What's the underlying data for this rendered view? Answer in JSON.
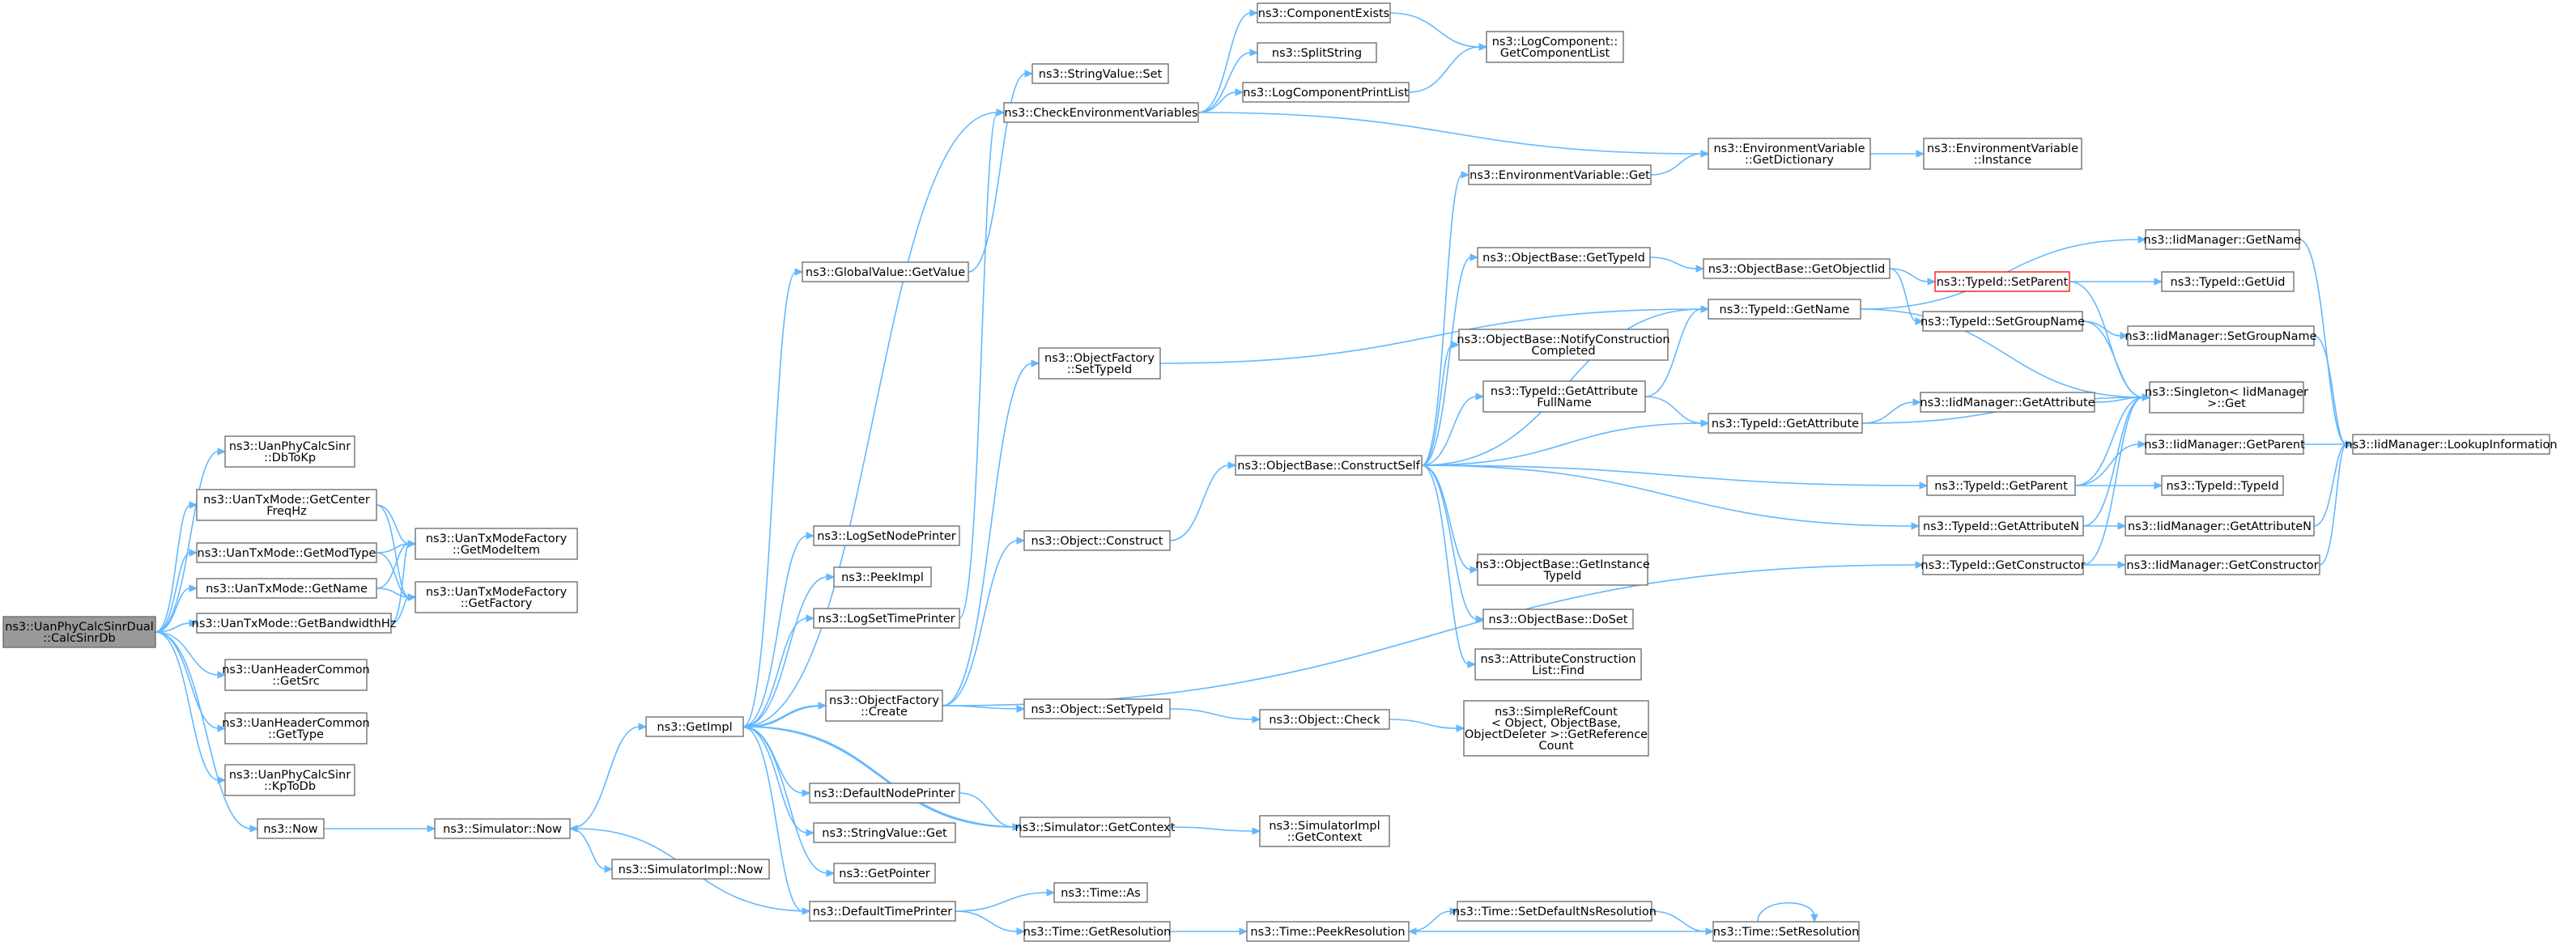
{
  "graph": {
    "root": "n0",
    "colors": {
      "edge": "#63b8ff",
      "root_fill": "#999999",
      "node_border": "#666666",
      "highlight_border": "#ff0000"
    },
    "nodes": [
      {
        "id": "n0",
        "lines": [
          "ns3::UanPhyCalcSinrDual",
          "::CalcSinrDb"
        ],
        "root": true
      },
      {
        "id": "n1",
        "lines": [
          "ns3::UanPhyCalcSinr",
          "::DbToKp"
        ]
      },
      {
        "id": "n2",
        "lines": [
          "ns3::UanTxMode::GetCenter",
          "FreqHz"
        ]
      },
      {
        "id": "n3",
        "lines": [
          "ns3::UanTxMode::GetModType"
        ]
      },
      {
        "id": "n4",
        "lines": [
          "ns3::UanTxMode::GetName"
        ]
      },
      {
        "id": "n5",
        "lines": [
          "ns3::UanTxMode::GetBandwidthHz"
        ]
      },
      {
        "id": "n6",
        "lines": [
          "ns3::UanHeaderCommon",
          "::GetSrc"
        ]
      },
      {
        "id": "n7",
        "lines": [
          "ns3::UanHeaderCommon",
          "::GetType"
        ]
      },
      {
        "id": "n8",
        "lines": [
          "ns3::UanPhyCalcSinr",
          "::KpToDb"
        ]
      },
      {
        "id": "n9",
        "lines": [
          "ns3::Now"
        ]
      },
      {
        "id": "n10",
        "lines": [
          "ns3::UanTxModeFactory",
          "::GetModeItem"
        ]
      },
      {
        "id": "n11",
        "lines": [
          "ns3::UanTxModeFactory",
          "::GetFactory"
        ]
      },
      {
        "id": "n12",
        "lines": [
          "ns3::Simulator::Now"
        ]
      },
      {
        "id": "n13",
        "lines": [
          "ns3::SimulatorImpl::Now"
        ]
      },
      {
        "id": "n14",
        "lines": [
          "ns3::GetImpl"
        ]
      },
      {
        "id": "n15",
        "lines": [
          "ns3::GlobalValue::GetValue"
        ]
      },
      {
        "id": "n16",
        "lines": [
          "ns3::StringValue::Set"
        ]
      },
      {
        "id": "n17",
        "lines": [
          "ns3::CheckEnvironmentVariables"
        ]
      },
      {
        "id": "n18",
        "lines": [
          "ns3::ComponentExists"
        ]
      },
      {
        "id": "n19",
        "lines": [
          "ns3::SplitString"
        ]
      },
      {
        "id": "n20",
        "lines": [
          "ns3::LogComponentPrintList"
        ]
      },
      {
        "id": "n21",
        "lines": [
          "ns3::LogComponent::",
          "GetComponentList"
        ]
      },
      {
        "id": "n22",
        "lines": [
          "ns3::EnvironmentVariable",
          "::GetDictionary"
        ]
      },
      {
        "id": "n23",
        "lines": [
          "ns3::EnvironmentVariable",
          "::Instance"
        ]
      },
      {
        "id": "n24",
        "lines": [
          "ns3::EnvironmentVariable::Get"
        ]
      },
      {
        "id": "n25",
        "lines": [
          "ns3::ObjectFactory",
          "::SetTypeId"
        ]
      },
      {
        "id": "n26",
        "lines": [
          "ns3::LogSetNodePrinter"
        ]
      },
      {
        "id": "n27",
        "lines": [
          "ns3::PeekImpl"
        ]
      },
      {
        "id": "n28",
        "lines": [
          "ns3::LogSetTimePrinter"
        ]
      },
      {
        "id": "n29",
        "lines": [
          "ns3::Object::Construct"
        ]
      },
      {
        "id": "n30",
        "lines": [
          "ns3::ObjectFactory",
          "::Create"
        ]
      },
      {
        "id": "n31",
        "lines": [
          "ns3::Object::SetTypeId"
        ]
      },
      {
        "id": "n32",
        "lines": [
          "ns3::Object::Check"
        ]
      },
      {
        "id": "n33",
        "lines": [
          "ns3::SimpleRefCount",
          "< Object, ObjectBase,",
          "ObjectDeleter >::GetReference",
          "Count"
        ]
      },
      {
        "id": "n34",
        "lines": [
          "ns3::DefaultNodePrinter"
        ]
      },
      {
        "id": "n35",
        "lines": [
          "ns3::StringValue::Get"
        ]
      },
      {
        "id": "n36",
        "lines": [
          "ns3::GetPointer"
        ]
      },
      {
        "id": "n37",
        "lines": [
          "ns3::DefaultTimePrinter"
        ]
      },
      {
        "id": "n38",
        "lines": [
          "ns3::Simulator::GetContext"
        ]
      },
      {
        "id": "n39",
        "lines": [
          "ns3::SimulatorImpl",
          "::GetContext"
        ]
      },
      {
        "id": "n40",
        "lines": [
          "ns3::Time::As"
        ]
      },
      {
        "id": "n41",
        "lines": [
          "ns3::Time::GetResolution"
        ]
      },
      {
        "id": "n42",
        "lines": [
          "ns3::Time::PeekResolution"
        ]
      },
      {
        "id": "n43",
        "lines": [
          "ns3::Time::SetDefaultNsResolution"
        ]
      },
      {
        "id": "n44",
        "lines": [
          "ns3::Time::SetResolution"
        ]
      },
      {
        "id": "n45",
        "lines": [
          "ns3::ObjectBase::ConstructSelf"
        ]
      },
      {
        "id": "n46",
        "lines": [
          "ns3::ObjectBase::GetTypeId"
        ]
      },
      {
        "id": "n47",
        "lines": [
          "ns3::ObjectBase::NotifyConstruction",
          "Completed"
        ]
      },
      {
        "id": "n48",
        "lines": [
          "ns3::TypeId::GetAttribute",
          "FullName"
        ]
      },
      {
        "id": "n49",
        "lines": [
          "ns3::ObjectBase::GetInstance",
          "TypeId"
        ]
      },
      {
        "id": "n50",
        "lines": [
          "ns3::ObjectBase::DoSet"
        ]
      },
      {
        "id": "n51",
        "lines": [
          "ns3::AttributeConstruction",
          "List::Find"
        ]
      },
      {
        "id": "n52",
        "lines": [
          "ns3::ObjectBase::GetObjectIid"
        ]
      },
      {
        "id": "n53",
        "lines": [
          "ns3::TypeId::GetName"
        ]
      },
      {
        "id": "n54",
        "lines": [
          "ns3::TypeId::GetAttribute"
        ]
      },
      {
        "id": "n55",
        "lines": [
          "ns3::TypeId::GetParent"
        ]
      },
      {
        "id": "n56",
        "lines": [
          "ns3::TypeId::GetAttributeN"
        ]
      },
      {
        "id": "n57",
        "lines": [
          "ns3::TypeId::GetConstructor"
        ]
      },
      {
        "id": "n58",
        "lines": [
          "ns3::TypeId::SetParent"
        ],
        "highlight": true
      },
      {
        "id": "n59",
        "lines": [
          "ns3::TypeId::SetGroupName"
        ]
      },
      {
        "id": "n60",
        "lines": [
          "ns3::IidManager::GetAttribute"
        ]
      },
      {
        "id": "n61",
        "lines": [
          "ns3::IidManager::GetName"
        ]
      },
      {
        "id": "n62",
        "lines": [
          "ns3::TypeId::GetUid"
        ]
      },
      {
        "id": "n63",
        "lines": [
          "ns3::IidManager::SetGroupName"
        ]
      },
      {
        "id": "n64",
        "lines": [
          "ns3::Singleton< IidManager",
          ">::Get"
        ]
      },
      {
        "id": "n65",
        "lines": [
          "ns3::IidManager::GetParent"
        ]
      },
      {
        "id": "n66",
        "lines": [
          "ns3::TypeId::TypeId"
        ]
      },
      {
        "id": "n67",
        "lines": [
          "ns3::IidManager::GetAttributeN"
        ]
      },
      {
        "id": "n68",
        "lines": [
          "ns3::IidManager::GetConstructor"
        ]
      },
      {
        "id": "n69",
        "lines": [
          "ns3::IidManager::LookupInformation"
        ]
      }
    ],
    "edges": [
      [
        "n0",
        "n1"
      ],
      [
        "n0",
        "n2"
      ],
      [
        "n0",
        "n3"
      ],
      [
        "n0",
        "n4"
      ],
      [
        "n0",
        "n5"
      ],
      [
        "n0",
        "n6"
      ],
      [
        "n0",
        "n7"
      ],
      [
        "n0",
        "n8"
      ],
      [
        "n0",
        "n9"
      ],
      [
        "n2",
        "n10"
      ],
      [
        "n2",
        "n11"
      ],
      [
        "n3",
        "n10"
      ],
      [
        "n3",
        "n11"
      ],
      [
        "n4",
        "n10"
      ],
      [
        "n4",
        "n11"
      ],
      [
        "n5",
        "n10"
      ],
      [
        "n5",
        "n11"
      ],
      [
        "n9",
        "n12"
      ],
      [
        "n12",
        "n13"
      ],
      [
        "n12",
        "n14"
      ],
      [
        "n14",
        "n15"
      ],
      [
        "n14",
        "n17"
      ],
      [
        "n14",
        "n26"
      ],
      [
        "n14",
        "n27"
      ],
      [
        "n14",
        "n28"
      ],
      [
        "n14",
        "n30"
      ],
      [
        "n14",
        "n34"
      ],
      [
        "n14",
        "n35"
      ],
      [
        "n14",
        "n36"
      ],
      [
        "n14",
        "n37"
      ],
      [
        "n14",
        "n38"
      ],
      [
        "n15",
        "n16"
      ],
      [
        "n17",
        "n18"
      ],
      [
        "n17",
        "n19"
      ],
      [
        "n17",
        "n20"
      ],
      [
        "n17",
        "n22"
      ],
      [
        "n18",
        "n21"
      ],
      [
        "n20",
        "n21"
      ],
      [
        "n22",
        "n23"
      ],
      [
        "n24",
        "n22"
      ],
      [
        "n25",
        "n53"
      ],
      [
        "n28",
        "n17"
      ],
      [
        "n30",
        "n14"
      ],
      [
        "n30",
        "n25"
      ],
      [
        "n30",
        "n31"
      ],
      [
        "n30",
        "n29"
      ],
      [
        "n30",
        "n57"
      ],
      [
        "n29",
        "n45"
      ],
      [
        "n31",
        "n32"
      ],
      [
        "n32",
        "n33"
      ],
      [
        "n34",
        "n38"
      ],
      [
        "n37",
        "n12"
      ],
      [
        "n37",
        "n40"
      ],
      [
        "n37",
        "n41"
      ],
      [
        "n38",
        "n14"
      ],
      [
        "n38",
        "n39"
      ],
      [
        "n41",
        "n42"
      ],
      [
        "n42",
        "n43"
      ],
      [
        "n43",
        "n44"
      ],
      [
        "n44",
        "n42"
      ],
      [
        "n44",
        "n44"
      ],
      [
        "n45",
        "n24"
      ],
      [
        "n45",
        "n46"
      ],
      [
        "n45",
        "n53"
      ],
      [
        "n45",
        "n47"
      ],
      [
        "n45",
        "n48"
      ],
      [
        "n45",
        "n54"
      ],
      [
        "n45",
        "n49"
      ],
      [
        "n45",
        "n50"
      ],
      [
        "n45",
        "n51"
      ],
      [
        "n45",
        "n55"
      ],
      [
        "n45",
        "n56"
      ],
      [
        "n46",
        "n52"
      ],
      [
        "n52",
        "n58"
      ],
      [
        "n52",
        "n59"
      ],
      [
        "n48",
        "n53"
      ],
      [
        "n48",
        "n54"
      ],
      [
        "n53",
        "n61"
      ],
      [
        "n53",
        "n64"
      ],
      [
        "n54",
        "n60"
      ],
      [
        "n54",
        "n64"
      ],
      [
        "n55",
        "n64"
      ],
      [
        "n55",
        "n65"
      ],
      [
        "n55",
        "n66"
      ],
      [
        "n56",
        "n64"
      ],
      [
        "n56",
        "n67"
      ],
      [
        "n57",
        "n64"
      ],
      [
        "n57",
        "n68"
      ],
      [
        "n58",
        "n62"
      ],
      [
        "n58",
        "n64"
      ],
      [
        "n59",
        "n63"
      ],
      [
        "n59",
        "n64"
      ],
      [
        "n61",
        "n69"
      ],
      [
        "n63",
        "n69"
      ],
      [
        "n65",
        "n69"
      ],
      [
        "n67",
        "n69"
      ],
      [
        "n68",
        "n69"
      ],
      [
        "n60",
        "n64"
      ]
    ]
  }
}
